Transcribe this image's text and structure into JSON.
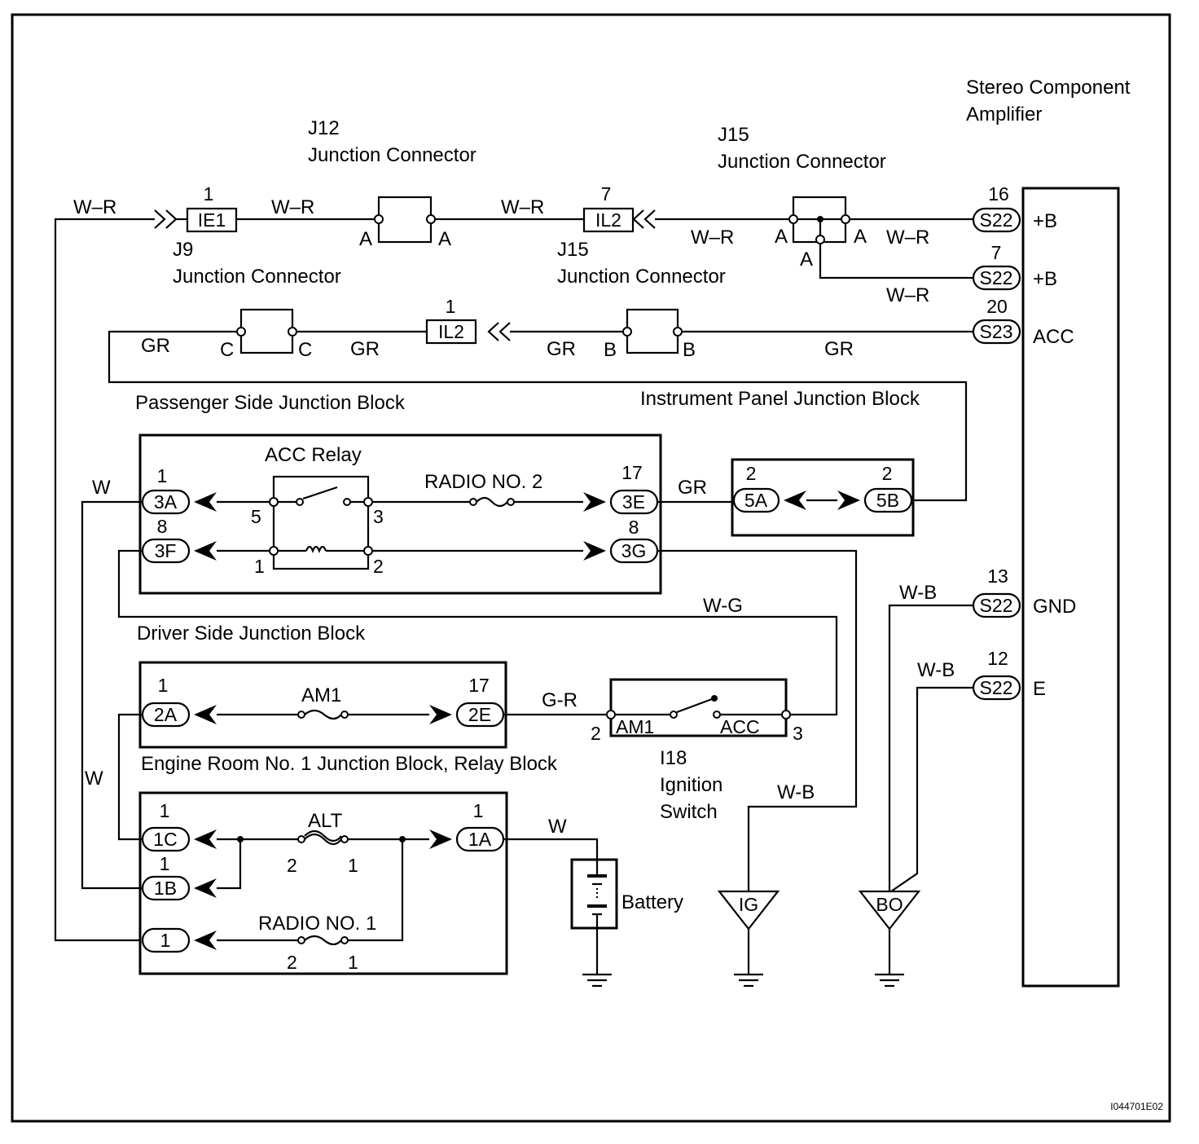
{
  "drawing_code": "I044701E02",
  "components": {
    "amplifier": {
      "line1": "Stereo Component",
      "line2": "Amplifier"
    },
    "j12": {
      "id": "J12",
      "name": "Junction Connector"
    },
    "j15_top": {
      "id": "J15",
      "name": "Junction Connector"
    },
    "j15_mid": {
      "id": "J15",
      "name": "Junction Connector"
    },
    "j9": {
      "id": "J9",
      "name": "Junction Connector"
    },
    "passenger_jb": "Passenger Side Junction Block",
    "instrument_jb": "Instrument Panel Junction Block",
    "acc_relay": "ACC Relay",
    "driver_jb": "Driver Side Junction Block",
    "engine_jb": "Engine Room No. 1 Junction Block, Relay Block",
    "ignition": {
      "id": "I18",
      "line1": "Ignition",
      "line2": "Switch"
    },
    "battery": "Battery"
  },
  "fuses": {
    "radio2": "RADIO NO. 2",
    "am1": "AM1",
    "alt": "ALT",
    "radio1": "RADIO NO. 1"
  },
  "switch_terms": {
    "am1": "AM1",
    "acc": "ACC"
  },
  "grounds": {
    "ig": "IG",
    "bo": "BO"
  },
  "amp_pins": [
    {
      "num": "16",
      "conn": "S22",
      "label": "+B"
    },
    {
      "num": "7",
      "conn": "S22",
      "label": "+B"
    },
    {
      "num": "20",
      "conn": "S23",
      "label": "ACC"
    },
    {
      "num": "13",
      "conn": "S22",
      "label": "GND"
    },
    {
      "num": "12",
      "conn": "S22",
      "label": "E"
    }
  ],
  "connectors": {
    "ie1": {
      "num": "1",
      "code": "IE1"
    },
    "il2_top": {
      "num": "7",
      "code": "IL2"
    },
    "il2_mid": {
      "num": "1",
      "code": "IL2"
    },
    "c3a": {
      "num": "1",
      "code": "3A"
    },
    "c3f": {
      "num": "8",
      "code": "3F"
    },
    "c3e": {
      "num": "17",
      "code": "3E"
    },
    "c3g": {
      "num": "8",
      "code": "3G"
    },
    "c5a": {
      "num": "2",
      "code": "5A"
    },
    "c5b": {
      "num": "2",
      "code": "5B"
    },
    "c2a": {
      "num": "1",
      "code": "2A"
    },
    "c2e": {
      "num": "17",
      "code": "2E"
    },
    "c1c": {
      "num": "1",
      "code": "1C"
    },
    "c1b": {
      "num": "1",
      "code": "1B"
    },
    "c1": {
      "code": "1"
    },
    "c1a": {
      "num": "1",
      "code": "1A"
    }
  },
  "terminals": {
    "A": "A",
    "B": "B",
    "C": "C",
    "relay_5": "5",
    "relay_3": "3",
    "relay_1": "1",
    "relay_2": "2",
    "sw_2": "2",
    "sw_3": "3",
    "alt_2": "2",
    "alt_1": "1",
    "r1_2": "2",
    "r1_1": "1"
  },
  "wires": {
    "wr": "W–R",
    "gr": "GR",
    "w": "W",
    "wg": "W-G",
    "gr2": "G-R",
    "wb": "W-B"
  }
}
